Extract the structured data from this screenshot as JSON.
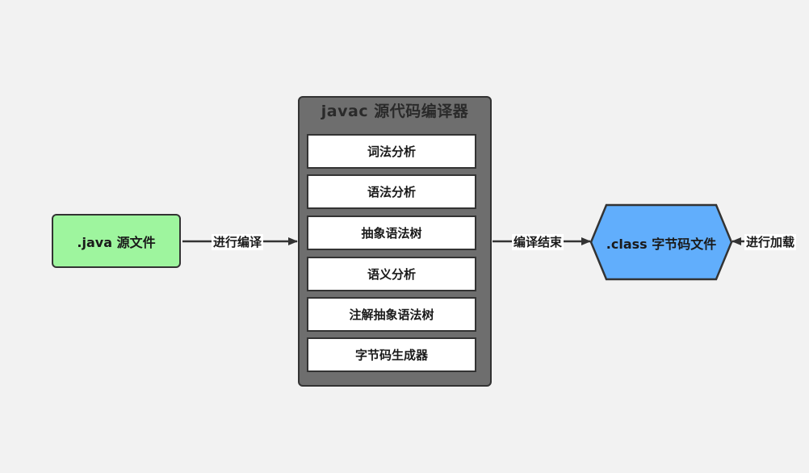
{
  "nodes": {
    "java_source": ".java 源文件",
    "compiler_title": "javac 源代码编译器",
    "stages": [
      "词法分析",
      "语法分析",
      "抽象语法树",
      "语义分析",
      "注解抽象语法树",
      "字节码生成器"
    ],
    "bytecode": ".class 字节码文件"
  },
  "edges": {
    "compile": "进行编译",
    "compile_done": "编译结束",
    "load": "进行加载"
  },
  "colors": {
    "background": "#f2f2f2",
    "java_source_fill": "#9ef59e",
    "compiler_fill": "#6e6e6e",
    "stage_fill": "#ffffff",
    "bytecode_fill": "#61aefc",
    "stroke": "#333333"
  }
}
